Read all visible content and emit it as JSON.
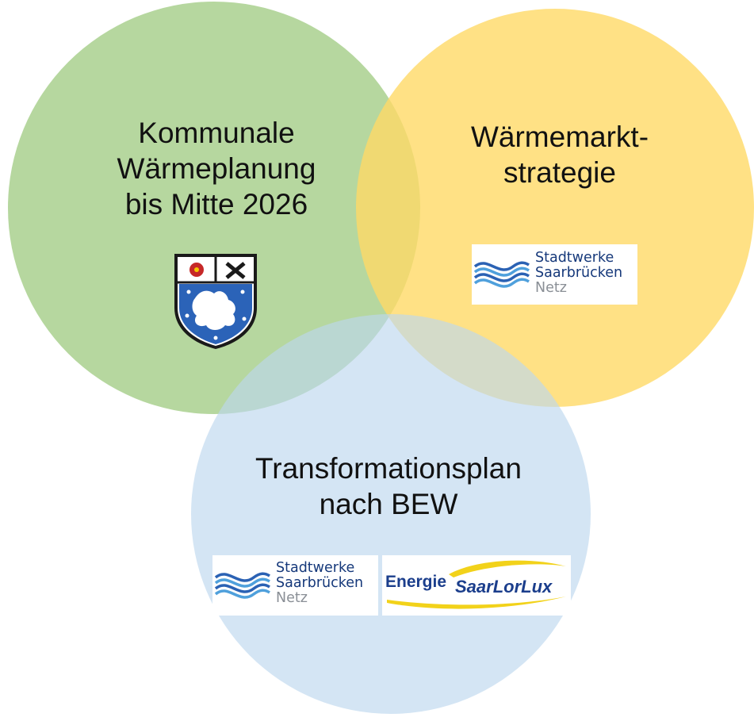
{
  "diagram": {
    "circles": [
      {
        "id": "green",
        "color": "#a9d08e",
        "lines": [
          "Kommunale",
          "Wärmeplanung",
          "bis Mitte 2026"
        ]
      },
      {
        "id": "yellow",
        "color": "#ffd966",
        "lines": [
          "Wärmemarkt-",
          "strategie"
        ]
      },
      {
        "id": "blue",
        "color": "#bdd7ee",
        "lines": [
          "Transformationsplan",
          "nach BEW"
        ]
      }
    ],
    "logos": {
      "stadtwerke": {
        "line1": "Stadtwerke",
        "line2": "Saarbrücken",
        "line3": "Netz"
      },
      "energie_saarlorlux": {
        "word1": "Energie",
        "word2": "SaarLorLux"
      },
      "coat_of_arms": {
        "icon": "saarbruecken-coat-of-arms-icon"
      }
    }
  }
}
